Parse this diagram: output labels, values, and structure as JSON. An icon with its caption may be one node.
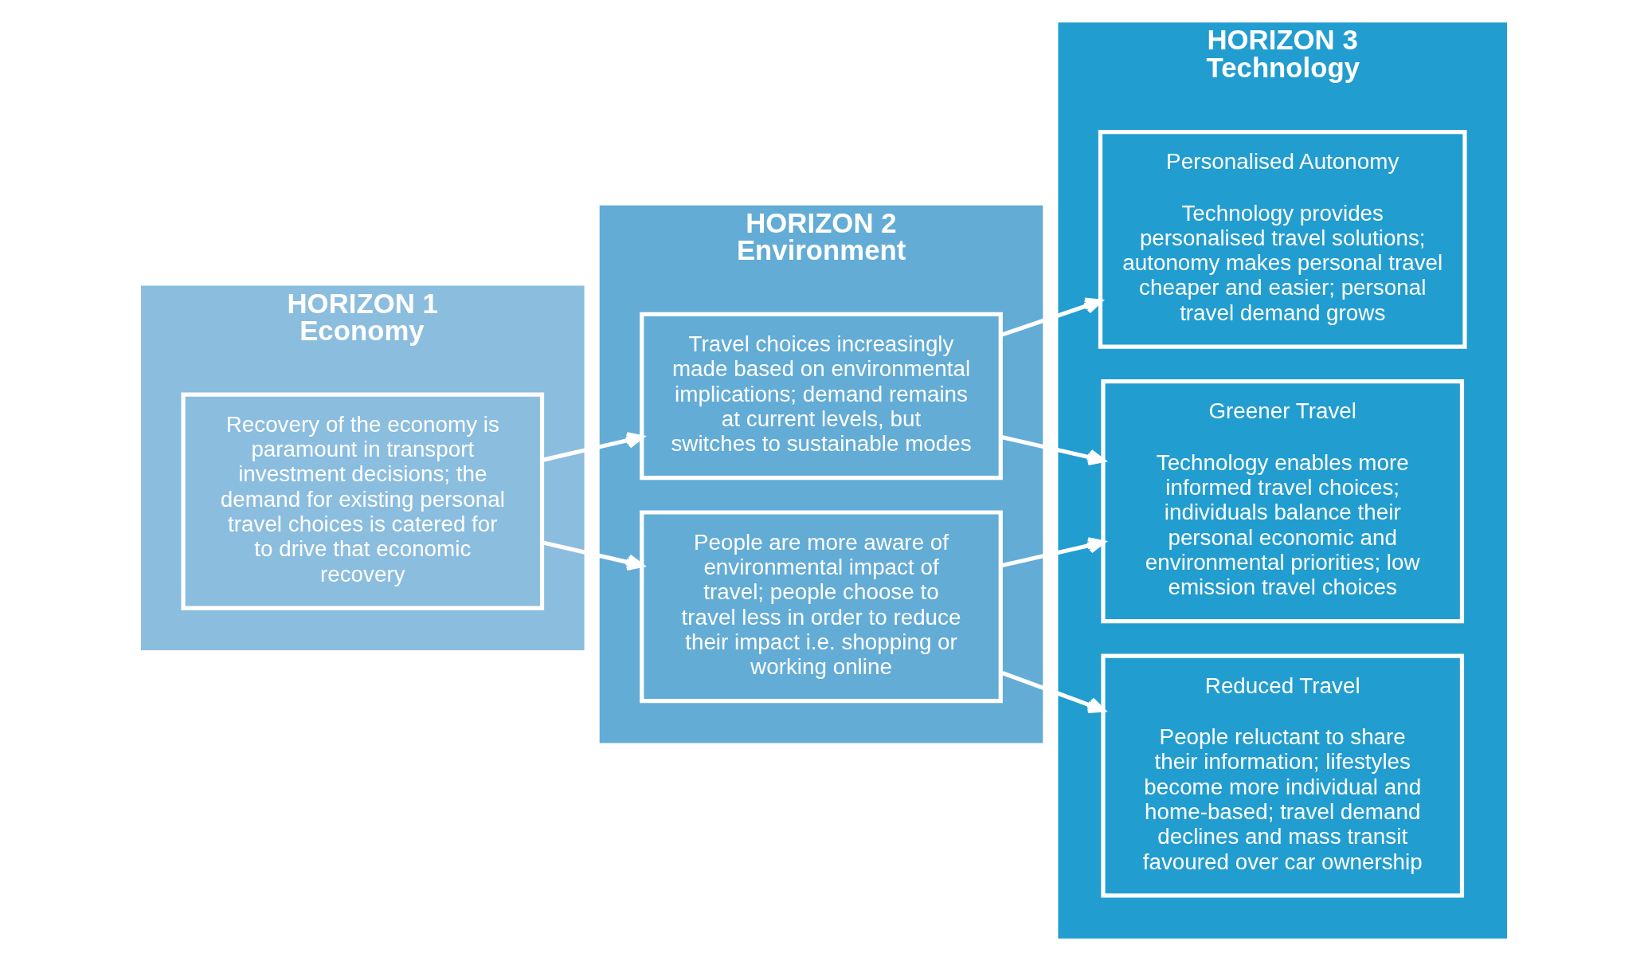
{
  "diagram": {
    "nodes": [
      {
        "text": [
          "HORIZON 1 Economy"
        ]
      },
      {
        "text": [
          "Recovery of the economy is paramount in transport investment decisions; the demand for existing personal travel choices is catered for to drive that economic recovery"
        ],
        "in": 0
      },
      {
        "text": [
          "HORIZON 2 Environment"
        ]
      },
      {
        "text": [
          "Travel choices increasingly made based on environmental implications; demand remains at current levels, but switches to sustainable modes"
        ],
        "in": 2
      },
      {
        "text": [
          "People are more aware of environmental impact of travel; people choose to travel less in order to reduce their impact i.e. shopping or working online"
        ],
        "in": 2
      },
      {
        "text": [
          "HORIZON 3 Technology"
        ]
      },
      {
        "text": [
          "Personalised Autonomy",
          "Technology provides personalised travel solutions; autonomy makes personal travel cheaper and easier; personal travel demand grows"
        ],
        "in": 5
      },
      {
        "text": [
          "Greener Travel",
          "Technology enables more informed travel choices; individuals balance their personal economic and environmental priorities; low emission travel choices"
        ],
        "in": 5
      },
      {
        "text": [
          "Reduced Travel",
          "People reluctant to share their information; lifestyles become more individual and home-based; travel demand declines and mass transit favoured over car ownership"
        ],
        "in": 5
      }
    ],
    "edges": [
      {
        "from": 1,
        "to": 3,
        "arrow": "to"
      },
      {
        "from": 1,
        "to": 4,
        "arrow": "to"
      },
      {
        "from": 3,
        "to": 6,
        "arrow": "to"
      },
      {
        "from": 3,
        "to": 7,
        "arrow": "to"
      },
      {
        "from": 4,
        "to": 7,
        "arrow": "to"
      },
      {
        "from": 4,
        "to": 8,
        "arrow": "to"
      }
    ]
  }
}
